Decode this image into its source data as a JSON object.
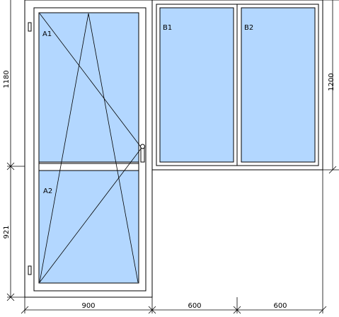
{
  "colors": {
    "glass": "#b3d7ff",
    "frame": "#ffffff",
    "stroke": "#000000",
    "background": "#ffffff"
  },
  "sash_labels": {
    "a1": "A1",
    "a2": "A2",
    "b1": "B1",
    "b2": "B2"
  },
  "dimensions": {
    "door_upper_height": "1180",
    "door_lower_height": "921",
    "window_height": "1200",
    "door_width": "900",
    "window_b1_width": "600",
    "window_b2_width": "600"
  },
  "icons": {
    "hinge_top": "hinge-icon",
    "hinge_bottom": "hinge-icon",
    "handle": "handle-icon"
  }
}
